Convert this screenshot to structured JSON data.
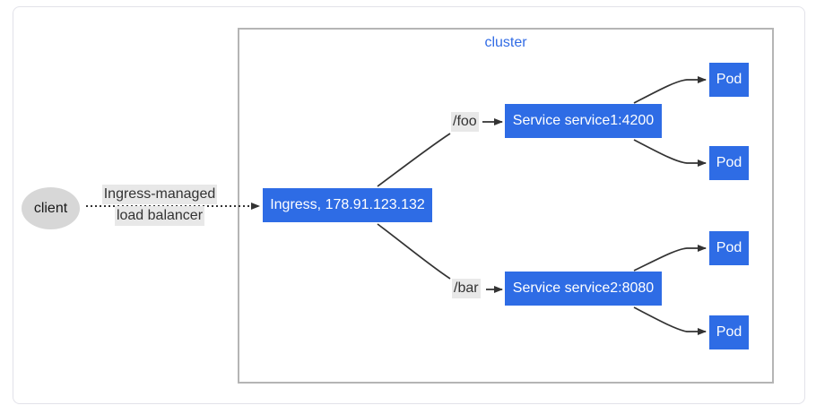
{
  "diagram": {
    "cluster_label": "cluster",
    "client_label": "client",
    "load_balancer_label": [
      "Ingress-managed",
      "load balancer"
    ],
    "ingress_label": "Ingress, 178.91.123.132",
    "route_labels": {
      "foo": "/foo",
      "bar": "/bar"
    },
    "service1_label": "Service service1:4200",
    "service2_label": "Service service2:8080",
    "pod_labels": [
      "Pod",
      "Pod",
      "Pod",
      "Pod"
    ],
    "colors": {
      "node_fill": "#2e6ce5",
      "node_text": "#ffffff",
      "client_fill": "#d7d7d7",
      "cluster_border": "#b5b5b5",
      "cluster_label_text": "#326ce5",
      "edge_stroke": "#333333",
      "edge_label_bg": "#e8e8e8",
      "outer_frame_border": "#e2e2e9"
    }
  }
}
